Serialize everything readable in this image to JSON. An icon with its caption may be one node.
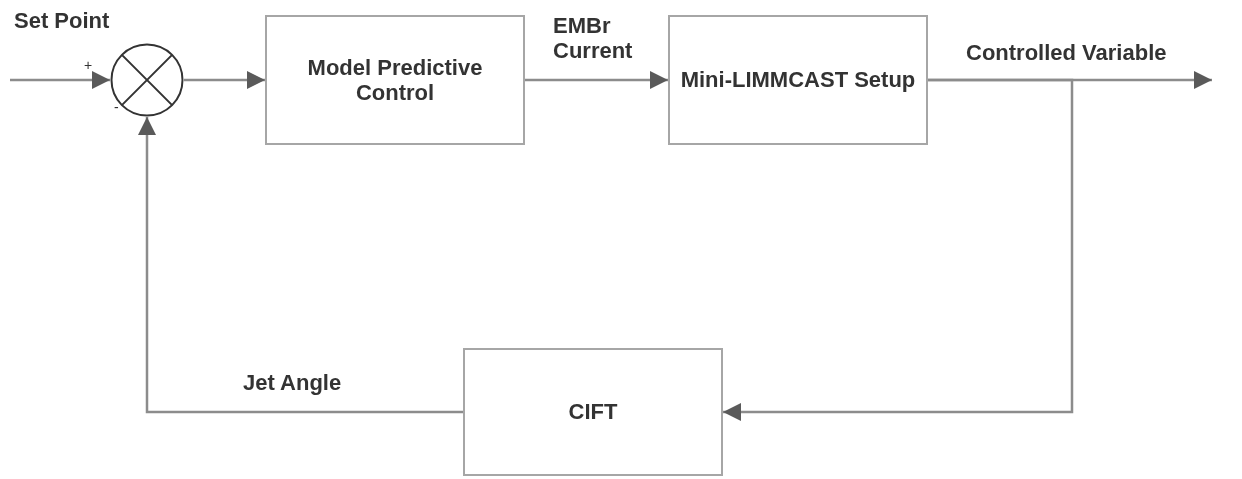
{
  "diagram": {
    "nodes": [
      {
        "text": [],
        "shape": "circle"
      },
      {
        "text": [
          "Model Predictive Control"
        ]
      },
      {
        "text": [
          "Mini-LIMMCAST Setup"
        ]
      },
      {
        "text": [
          "CIFT"
        ]
      }
    ],
    "edges": [
      {
        "from": null,
        "to": 0,
        "arrow": "to",
        "label": "Set Point"
      },
      {
        "from": 0,
        "to": 1,
        "arrow": "to"
      },
      {
        "from": 1,
        "to": 2,
        "arrow": "to",
        "label": "EMBr Current"
      },
      {
        "from": 2,
        "to": null,
        "arrow": "to",
        "label": "Controlled Variable"
      },
      {
        "from": 2,
        "to": 3,
        "arrow": "to"
      },
      {
        "from": 3,
        "to": 0,
        "arrow": "to",
        "label": "Jet Angle"
      }
    ],
    "labels": [
      "+",
      "-"
    ]
  }
}
